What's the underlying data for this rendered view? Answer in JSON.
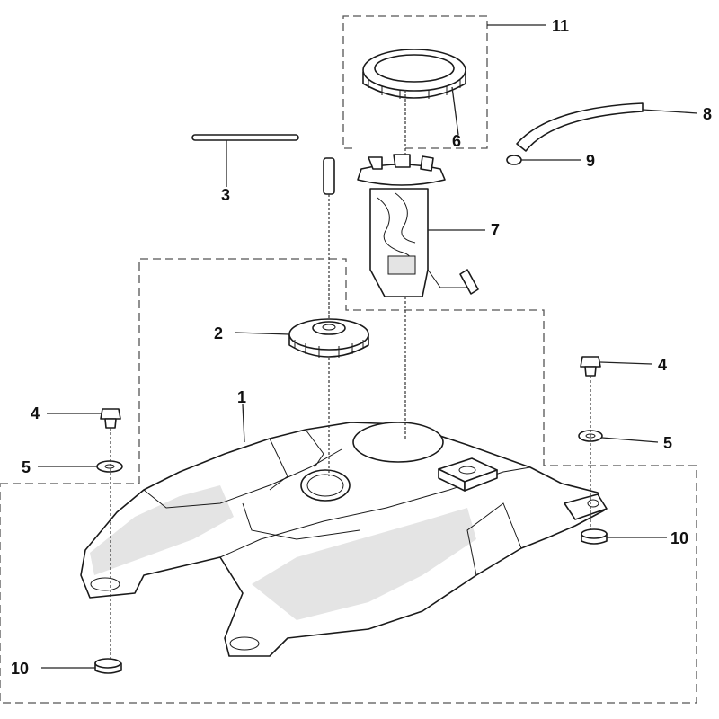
{
  "callouts": {
    "c1": "1",
    "c2": "2",
    "c3": "3",
    "c4_left": "4",
    "c4_right": "4",
    "c5_left": "5",
    "c5_right": "5",
    "c6": "6",
    "c7": "7",
    "c8": "8",
    "c9": "9",
    "c10_left": "10",
    "c10_right": "10",
    "c11": "11"
  },
  "colors": {
    "line": "#1a1a1a",
    "shade": "#e4e4e4",
    "background": "#ffffff"
  }
}
